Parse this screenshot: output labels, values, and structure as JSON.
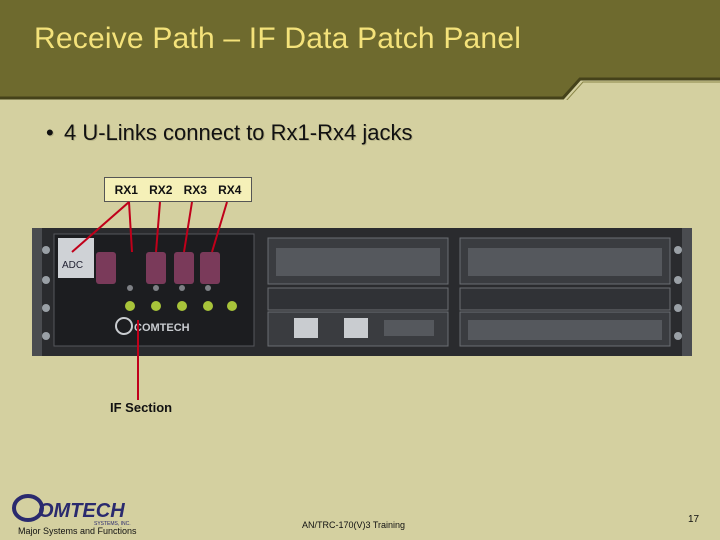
{
  "slide": {
    "title": "Receive Path – IF Data Patch Panel",
    "bullet": "4 U-Links connect to Rx1-Rx4 jacks",
    "bullet_marker": "•"
  },
  "rx_labels": [
    "RX1",
    "RX2",
    "RX3",
    "RX4"
  ],
  "callout": {
    "if_section": "IF Section"
  },
  "device_labels": {
    "adc": "ADC",
    "brand": "COMTECH"
  },
  "logo": {
    "name": "OMTECH",
    "tagline": "SYSTEMS, INC."
  },
  "footer": {
    "left": "Major Systems and Functions",
    "center": "AN/TRC-170(V)3 Training",
    "page_number": "17"
  },
  "colors": {
    "background": "#d4d0a0",
    "title_bar": "#6e6a2e",
    "title_text": "#f4e27a",
    "callout_line": "#c0001a",
    "label_box": "#f5f0b8"
  }
}
